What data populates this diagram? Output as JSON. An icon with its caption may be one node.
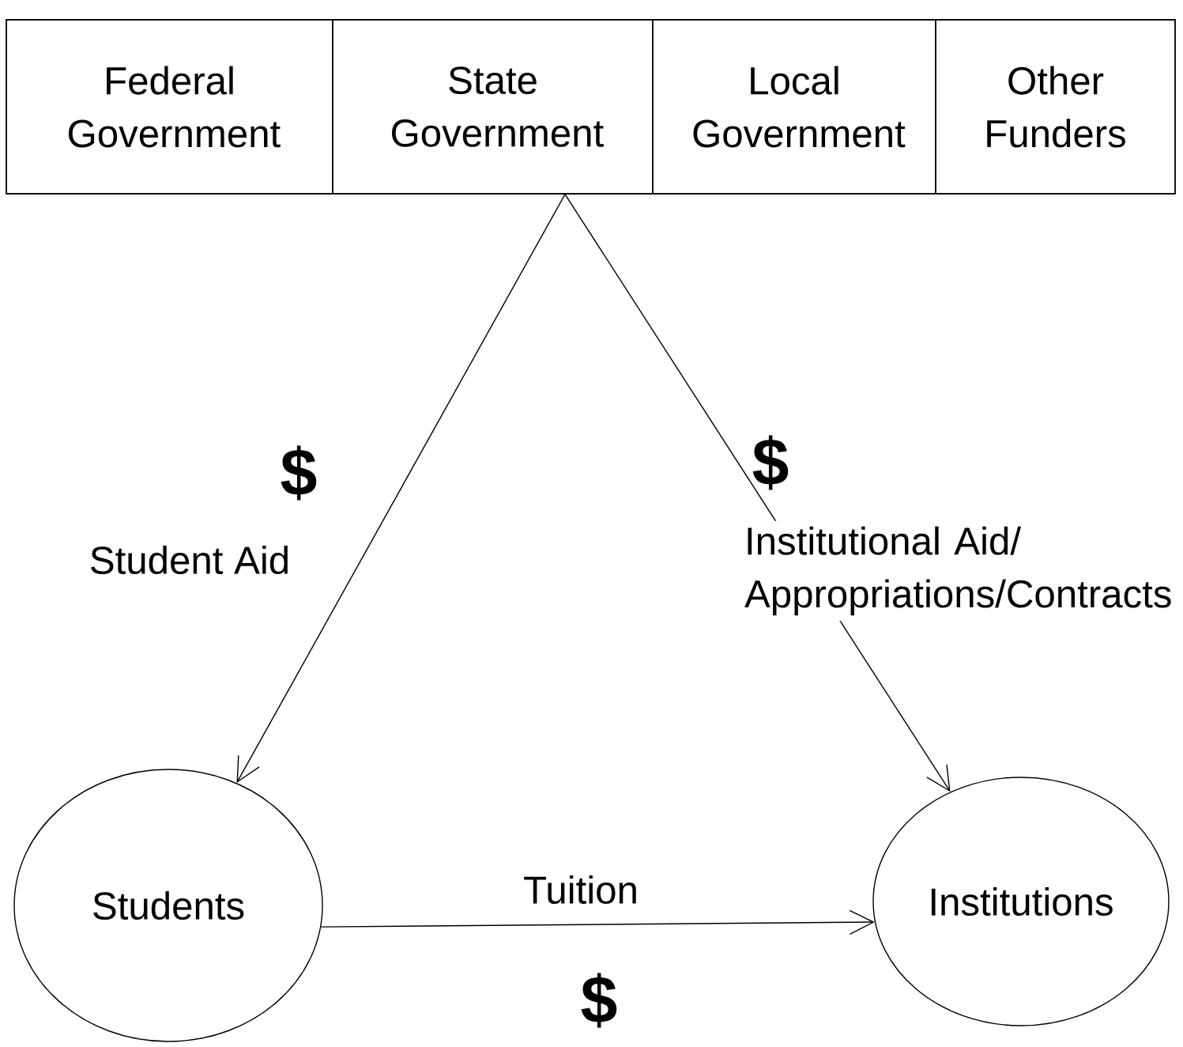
{
  "diagram": {
    "nodes": [
      {
        "text": [],
        "shape": "box"
      },
      {
        "text": [
          "Federal Government"
        ],
        "in": 0
      },
      {
        "text": [
          "State Government"
        ],
        "in": 0
      },
      {
        "text": [
          "Local Government"
        ],
        "in": 0
      },
      {
        "text": [
          "Other Funders"
        ],
        "in": 0
      },
      {
        "text": [
          "Students"
        ]
      },
      {
        "text": [
          "Institutions"
        ]
      }
    ],
    "edges": [
      {
        "from": 0,
        "to": 5,
        "arrow": "to",
        "label": "Student Aid"
      },
      {
        "from": 0,
        "to": 6,
        "arrow": "to",
        "label": "Institutional Aid/ Appropriations/Contracts"
      },
      {
        "from": 5,
        "to": 6,
        "arrow": "to",
        "label": "Tuition"
      }
    ],
    "labels": [
      "$",
      "$",
      "$"
    ]
  }
}
